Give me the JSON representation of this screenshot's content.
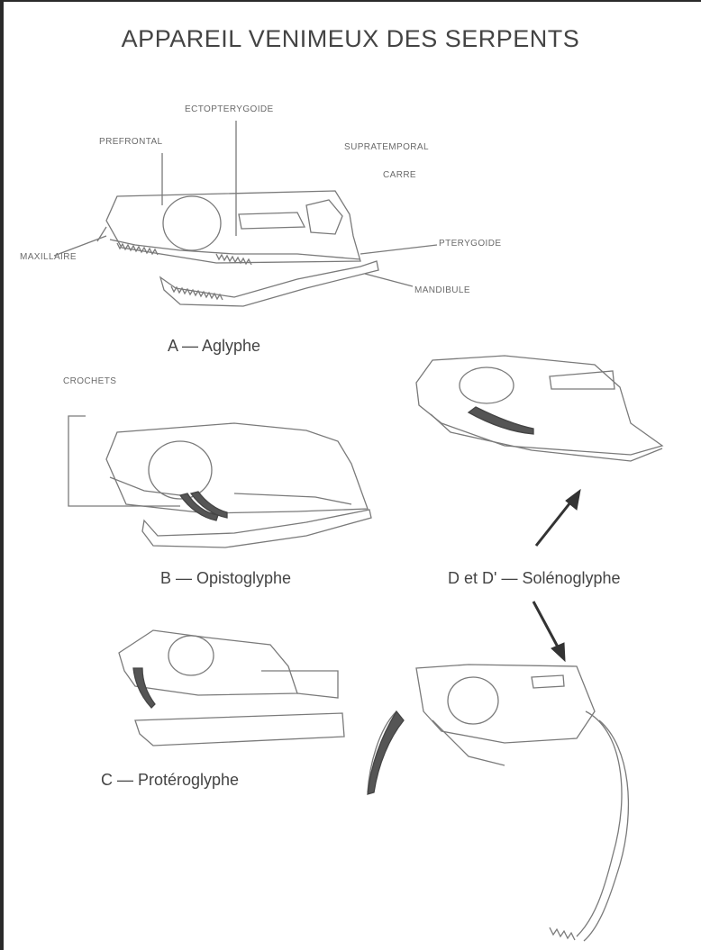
{
  "title": "APPAREIL VENIMEUX DES SERPENTS",
  "labels": {
    "ectopterygoide": "ECTOPTERYGOIDE",
    "prefrontal": "PREFRONTAL",
    "supratemporal": "SUPRATEMPORAL",
    "carre": "CARRE",
    "maxillaire": "MAXILLAIRE",
    "pterygoide": "PTERYGOIDE",
    "mandibule": "MANDIBULE",
    "crochets": "CROCHETS"
  },
  "captions": {
    "a": "A — Aglyphe",
    "b": "B — Opistoglyphe",
    "c": "C — Protéroglyphe",
    "d": "D et D' — Solénoglyphe"
  }
}
